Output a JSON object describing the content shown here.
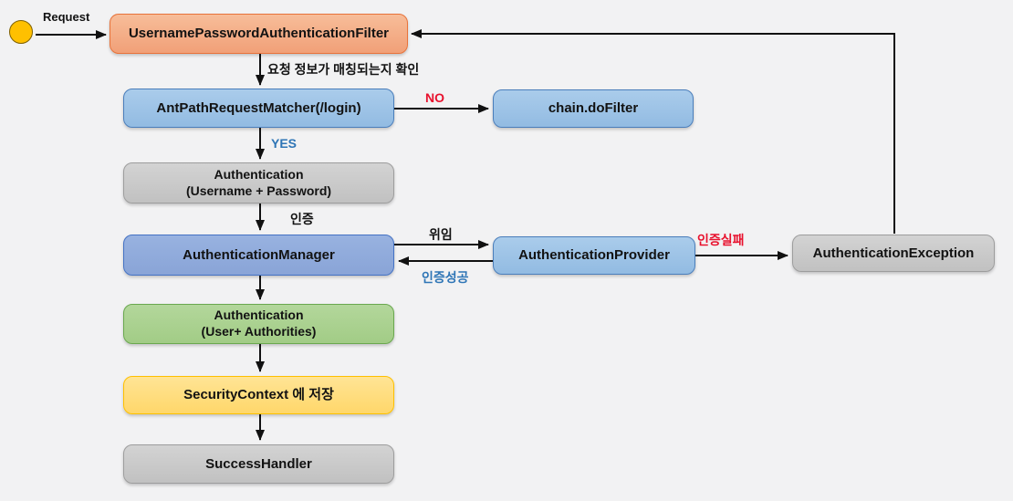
{
  "flow": {
    "start_label": "Request",
    "nodes": {
      "filter": "UsernamePasswordAuthenticationFilter",
      "matcher": "AntPathRequestMatcher(/login)",
      "chain": "chain.doFilter",
      "auth_request_line1": "Authentication",
      "auth_request_line2": "(Username + Password)",
      "manager": "AuthenticationManager",
      "provider": "AuthenticationProvider",
      "exception": "AuthenticationException",
      "auth_result_line1": "Authentication",
      "auth_result_line2": "(User+ Authorities)",
      "security_context": "SecurityContext 에 저장",
      "success_handler": "SuccessHandler"
    },
    "labels": {
      "match_check": "요청 정보가 매칭되는지 확인",
      "no": "NO",
      "yes": "YES",
      "authenticate": "인증",
      "delegate": "위임",
      "auth_success": "인증성공",
      "auth_fail": "인증실패"
    },
    "colors": {
      "background": "#F2F2F3",
      "filter_fill": "#F4AE86",
      "filter_border": "#E8733A",
      "blue_fill": "#9DC3E6",
      "blue_border": "#4A7EBB",
      "gray_fill": "#C9C9C9",
      "gray_border": "#9D9D9D",
      "manager_fill": "#8FAADC",
      "manager_border": "#4472C4",
      "green_fill": "#A9D18E",
      "green_border": "#6AA84F",
      "yellow_fill": "#FFD966",
      "yellow_border": "#FFC000",
      "start_circle_fill": "#FFC000",
      "no_fail_text": "#E8112D",
      "yes_success_text": "#2E75B6",
      "arrow": "#111111"
    }
  }
}
